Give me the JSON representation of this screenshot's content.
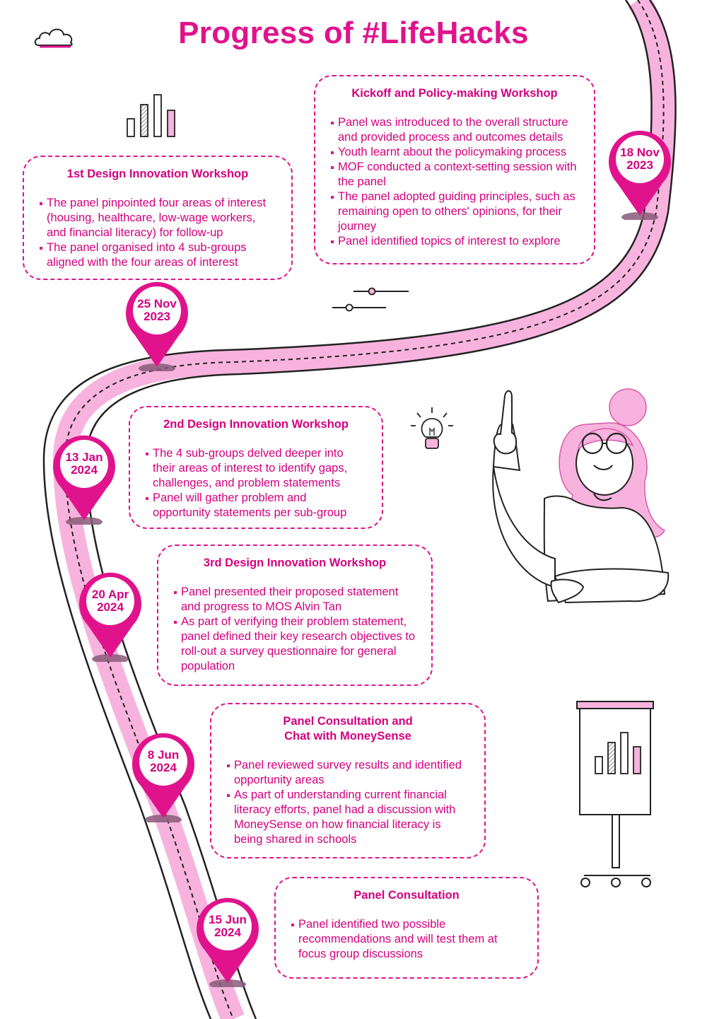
{
  "title": "Progress of #LifeHacks",
  "colors": {
    "accent": "#e0138c",
    "road": "#f7b3de",
    "text": "#d4007f",
    "shadow": "#8a5a78"
  },
  "milestones": [
    {
      "date": "18 Nov\n2023",
      "title": "Kickoff and Policy-making Workshop",
      "bullets": [
        "Panel was introduced to the overall structure and provided process and outcomes details",
        "Youth learnt about the policymaking process",
        "MOF conducted a context-setting session with the panel",
        "The panel adopted guiding principles, such as remaining open to others' opinions, for their journey",
        "Panel identified topics of interest to explore"
      ]
    },
    {
      "date": "25 Nov\n2023",
      "title": "1st Design Innovation Workshop",
      "bullets": [
        "The panel pinpointed four areas of interest (housing, healthcare, low-wage workers, and financial literacy) for follow-up",
        "The panel organised into 4 sub-groups aligned with the four areas of interest"
      ]
    },
    {
      "date": "13 Jan\n2024",
      "title": "2nd Design Innovation Workshop",
      "bullets": [
        "The 4 sub-groups delved deeper into their areas of interest to identify gaps, challenges, and problem statements",
        "Panel will gather problem and opportunity statements per sub-group"
      ]
    },
    {
      "date": "20 Apr\n2024",
      "title": "3rd Design Innovation Workshop",
      "bullets": [
        "Panel presented their proposed statement and progress to MOS Alvin Tan",
        "As part of verifying their problem statement, panel defined their key research objectives to roll-out a survey questionnaire for general population"
      ]
    },
    {
      "date": "8 Jun\n2024",
      "title": "Panel Consultation and\nChat with MoneySense",
      "bullets": [
        "Panel reviewed survey results and identified opportunity areas",
        "As part of understanding current financial literacy efforts, panel had a discussion with MoneySense on how financial literacy is being shared in schools"
      ]
    },
    {
      "date": "15 Jun\n2024",
      "title": "Panel Consultation",
      "bullets": [
        "Panel identified two possible recommendations and will test them at focus group discussions"
      ]
    }
  ],
  "icons": [
    "cloud-icon",
    "bar-chart-icon",
    "slider-icon",
    "lightbulb-icon",
    "woman-pointing-illustration",
    "flipchart-icon"
  ]
}
